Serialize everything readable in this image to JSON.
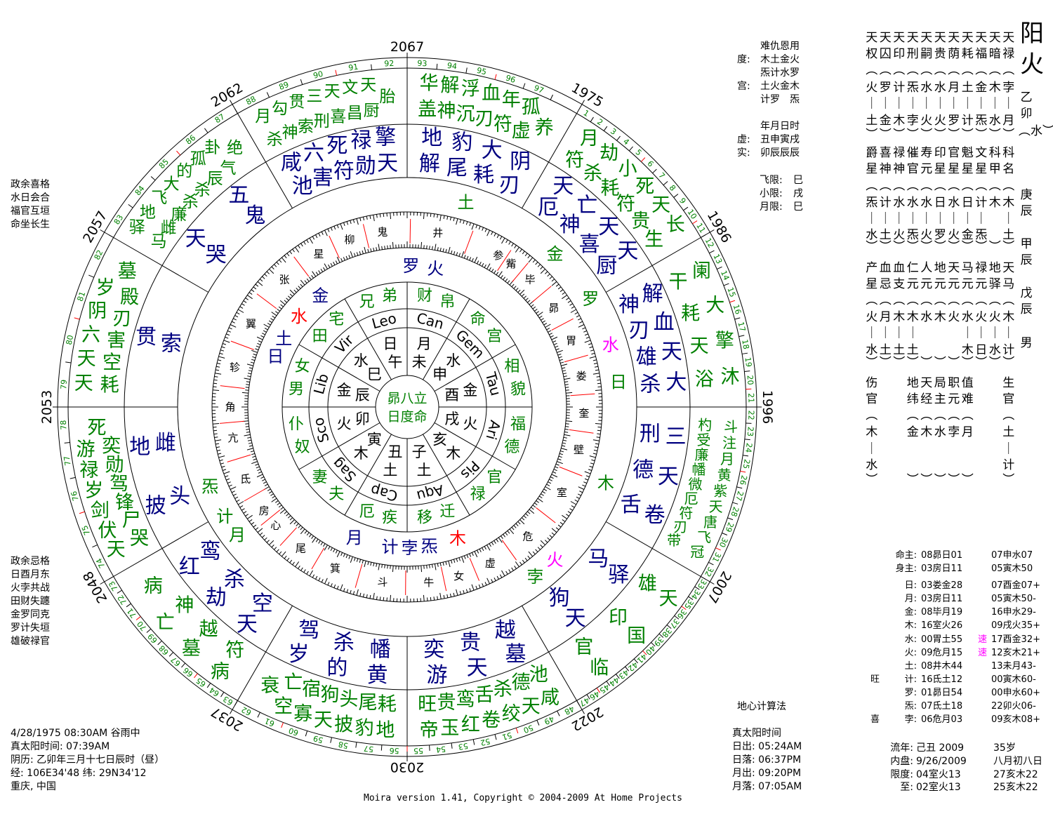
{
  "colors": {
    "green": "#008000",
    "blue": "#000080",
    "red": "#ff0000",
    "magenta": "#ff00ff",
    "black": "#000000"
  },
  "wheel": {
    "boundary_years": [
      "1975",
      "1986",
      "1996",
      "2007",
      "2022",
      "2030",
      "2037",
      "2048",
      "2053",
      "2057",
      "2062",
      "2067"
    ],
    "age_range": [
      1,
      97
    ],
    "palaces": [
      {
        "green": [
          "阑干",
          "大耗",
          "擎天",
          "沐浴"
        ],
        "blue": [
          "解神",
          "血刃",
          "天雄",
          "大杀"
        ]
      },
      {
        "green": [
          "月符",
          "劫杀",
          "小耗",
          "死符",
          "天贵",
          "长生"
        ],
        "blue": [
          "天厄",
          "亡神",
          "天喜",
          "天厨"
        ]
      },
      {
        "green": [
          "华盖",
          "解神",
          "浮沉",
          "血刃",
          "年符",
          "孤虚",
          "养"
        ],
        "blue": [
          "地解",
          "豹尾",
          "大耗",
          "阴刃"
        ]
      },
      {
        "green": [
          "月杀",
          "勾神",
          "贯索",
          "三刑",
          "天喜",
          "文昌",
          "天厨",
          "胎"
        ],
        "blue": [
          "咸池",
          "六害",
          "死符",
          "禄勋",
          "擎天"
        ]
      },
      {
        "green": [
          "绝",
          "卦气",
          "孤辰",
          "的杀",
          "大杀",
          "飞廉",
          "地雌",
          "驿马"
        ],
        "blue": [
          "五鬼",
          "天哭"
        ]
      },
      {
        "green": [
          "墓",
          "岁殿",
          "阴刃",
          "六害",
          "天空",
          "天耗"
        ],
        "blue": [
          "贯索"
        ]
      },
      {
        "green": [
          "死",
          "游奕",
          "禄勋",
          "岁驾",
          "剑锋",
          "伏尸",
          "天哭"
        ],
        "blue": [
          "地雌",
          "披头"
        ]
      },
      {
        "green": [
          "病",
          "亡神",
          "墓越",
          "病符"
        ],
        "blue": [
          "红鸾",
          "劫杀",
          "天空"
        ]
      },
      {
        "green": [
          "衰",
          "空亡",
          "寡宿",
          "天狗",
          "披头",
          "豹尾",
          "地耗"
        ],
        "blue": [
          "岁驾",
          "的杀",
          "黄幡"
        ]
      },
      {
        "green": [
          "帝旺",
          "玉贵",
          "红鸾",
          "卷舌",
          "绞杀",
          "天德",
          "咸池"
        ],
        "blue": [
          "游奕",
          "天贵",
          "墓越"
        ]
      },
      {
        "green": [
          "天雄",
          "国印",
          "临官"
        ],
        "blue": [
          "驿马",
          "天狗"
        ]
      },
      {
        "green": [
          "斗杓",
          "注受",
          "月廉",
          "黄幡",
          "紫微",
          "天厄",
          "唐符",
          "飞刃",
          "冠带"
        ],
        "blue": [
          "三刑",
          "天德",
          "卷舌"
        ]
      }
    ],
    "outer_planets": [
      {
        "c": "土",
        "color": "#008000"
      },
      {
        "c": "金",
        "color": "#008000"
      },
      {
        "c": "罗",
        "color": "#008000"
      },
      {
        "c": "水",
        "color": "#ff00ff"
      },
      {
        "c": "日",
        "color": "#008000"
      },
      {
        "c": "木",
        "color": "#008000"
      },
      {
        "c": "火",
        "color": "#ff00ff"
      },
      {
        "c": "孛",
        "color": "#008000"
      },
      {
        "c": "炁",
        "color": "#008000"
      },
      {
        "c": "计",
        "color": "#008000"
      },
      {
        "c": "月",
        "color": "#008000"
      }
    ],
    "inner_planets": [
      {
        "c": "罗",
        "color": "#000080"
      },
      {
        "c": "火",
        "color": "#000080"
      },
      {
        "c": "金",
        "color": "#000080"
      },
      {
        "c": "水",
        "color": "#ff0000"
      },
      {
        "c": "土",
        "color": "#000080"
      },
      {
        "c": "日",
        "color": "#000080"
      },
      {
        "c": "月",
        "color": "#000080"
      },
      {
        "c": "计",
        "color": "#000080"
      },
      {
        "c": "孛",
        "color": "#000080"
      },
      {
        "c": "炁",
        "color": "#000080"
      },
      {
        "c": "木",
        "color": "#ff0000"
      }
    ],
    "mansions": [
      "井",
      "鬼",
      "柳",
      "星",
      "张",
      "翼",
      "轸",
      "角",
      "亢",
      "氐",
      "房",
      "心",
      "尾",
      "箕",
      "斗",
      "牛",
      "女",
      "虚",
      "危",
      "室",
      "壁",
      "奎",
      "娄",
      "胃",
      "昴",
      "毕",
      "觜",
      "参"
    ],
    "palace_names": [
      "相貌",
      "命宫",
      "财帛",
      "兄弟",
      "田宅",
      "女男",
      "仆奴",
      "妻夫",
      "厄疾",
      "移迁",
      "官禄",
      "福德"
    ],
    "zodiac": [
      "Tau",
      "Gem",
      "Can",
      "Leo",
      "Vir",
      "Lib",
      "Sco",
      "Sag",
      "Cap",
      "Aqu",
      "Pis",
      "Ari"
    ],
    "branches": [
      {
        "planet": "金",
        "branch": "酉"
      },
      {
        "planet": "水",
        "branch": "申"
      },
      {
        "planet": "月",
        "branch": "未"
      },
      {
        "planet": "日",
        "branch": "午"
      },
      {
        "planet": "水",
        "branch": "巳"
      },
      {
        "planet": "金",
        "branch": "辰"
      },
      {
        "planet": "火",
        "branch": "卯"
      },
      {
        "planet": "木",
        "branch": "寅"
      },
      {
        "planet": "土",
        "branch": "丑"
      },
      {
        "planet": "土",
        "branch": "子"
      },
      {
        "planet": "木",
        "branch": "亥"
      },
      {
        "planet": "火",
        "branch": "戌"
      }
    ],
    "center": [
      "昴八立",
      "日度命"
    ]
  },
  "left_notes_top": [
    "政余喜格",
    "水日会合",
    "福官互垣",
    "命坐长生"
  ],
  "left_notes_bottom": [
    "政余忌格",
    "日酉月东",
    "火孛共战",
    "田财失躔",
    "金罗同克",
    "罗计失垣",
    "雄破禄官"
  ],
  "birth_info": [
    "4/28/1975 08:30AM 谷雨中",
    "真太阳时间: 07:39AM",
    "阴历: 乙卯年三月十七日辰时（昼）",
    "经: 106E34'48  纬: 29N34'12",
    "重庆, 中国"
  ],
  "calc_method": "地心计算法",
  "solar": {
    "title": "真太阳时间",
    "rows": [
      "日出: 05:24AM",
      "日落: 06:37PM",
      "月出: 09:20PM",
      "月落: 07:05AM"
    ]
  },
  "footer": "Moira version 1.41, Copyright © 2004-2009 At Home Projects",
  "mid_panel": [
    {
      "label": "",
      "value": "难仇恩用"
    },
    {
      "label": "度:",
      "value": "木土金火"
    },
    {
      "label": "",
      "value": "炁计水罗"
    },
    {
      "label": "宫:",
      "value": "土火金木"
    },
    {
      "label": "",
      "value": "计罗　炁"
    },
    {
      "label": "",
      "value": "年月日时"
    },
    {
      "label": "虚:",
      "value": "丑申寅戌"
    },
    {
      "label": "实:",
      "value": "卯辰辰辰"
    },
    {
      "label": "飞限:",
      "value": "巳"
    },
    {
      "label": "小限:",
      "value": "戌"
    },
    {
      "label": "月限:",
      "value": "巳"
    }
  ],
  "title": {
    "line1": "阳",
    "line2": "火"
  },
  "star_table": [
    "天天天天天天天天天天天",
    "权囚印刑嗣贵荫耗福暗禄",
    "︵︵︵︵︵︵︵︵︵︵︵",
    "火罗计炁水水月土金木孛",
    "｜｜｜｜｜｜｜｜｜｜｜",
    "土金木孛火火罗计炁水月",
    "︶︶︶︶︶︶︶︶︶︶︶",
    "爵喜禄催寿印官魁文科科",
    "星神神官元星星星星甲名",
    "︵︵︵︵︵︵︵︵︵︵︵",
    "炁计水水水日水日计木木",
    "｜｜｜｜｜｜｜｜｜　｜",
    "水土火炁火罗火金炁　土",
    "︶︶︶︶︶︶︶︶︶︶︶",
    "产血血仁人地天马禄地天",
    "星忌支元元元元元元驿马",
    "︵︵︵︵︵︵︵︵︵︵︵",
    "火月木木水木火水火火木",
    "｜｜｜｜　　　｜｜｜｜",
    "水土土土　　　木日水计",
    "︶︶︶︶︶︶︶︶︶︶︶",
    "伤　　地天局职值　　生",
    "官　　纬经主元难　　官",
    "︵　　︵︵︵︵︵　　︵",
    "木　　金木水孛月　　土",
    "｜　　　　　　　　　｜",
    "水　　　　　　　　　计",
    "︶　　︶︶︶︶︶　　︶"
  ],
  "side_column": [
    "乙卯",
    "︵水︶",
    "庚辰",
    "甲辰",
    "戊辰",
    "男"
  ],
  "planet_table": [
    {
      "pre": "",
      "label": "命主:",
      "a": "08昴日01",
      "flag": "",
      "b": "07申水07"
    },
    {
      "pre": "",
      "label": "身主:",
      "a": "03房日11",
      "flag": "",
      "b": "05寅木50"
    },
    {
      "pre": "",
      "label": "日:",
      "a": "03娄金28",
      "flag": "",
      "b": "07酉金07+"
    },
    {
      "pre": "",
      "label": "月:",
      "a": "03房日11",
      "flag": "",
      "b": "05寅木50-"
    },
    {
      "pre": "",
      "label": "金:",
      "a": "08毕月19",
      "flag": "",
      "b": "16申水29-"
    },
    {
      "pre": "",
      "label": "木:",
      "a": "16室火26",
      "flag": "",
      "b": "09戌火35+"
    },
    {
      "pre": "",
      "label": "水:",
      "a": "00胃土55",
      "flag": "速",
      "b": "17酉金32+"
    },
    {
      "pre": "",
      "label": "火:",
      "a": "09危月15",
      "flag": "速",
      "b": "12亥木21+"
    },
    {
      "pre": "",
      "label": "土:",
      "a": "08井木44",
      "flag": "",
      "b": "13未月43-"
    },
    {
      "pre": "旺",
      "label": "计:",
      "a": "16氐土12",
      "flag": "",
      "b": "00寅木60-"
    },
    {
      "pre": "",
      "label": "罗:",
      "a": "01昴日54",
      "flag": "",
      "b": "00申水60+"
    },
    {
      "pre": "",
      "label": "炁:",
      "a": "07氐土18",
      "flag": "",
      "b": "22卯火06-"
    },
    {
      "pre": "喜",
      "label": "孛:",
      "a": "06危月03",
      "flag": "",
      "b": "09亥木08+"
    }
  ],
  "annual": [
    {
      "label": "流年:",
      "a": "己丑 2009",
      "b": "35岁"
    },
    {
      "label": "内盘:",
      "a": "9/26/2009",
      "b": "八月初八日"
    },
    {
      "label": "限度:",
      "a": "04室火13",
      "b": "27亥木22"
    },
    {
      "label": "至:",
      "a": "02室火13",
      "b": "25亥木22"
    }
  ]
}
